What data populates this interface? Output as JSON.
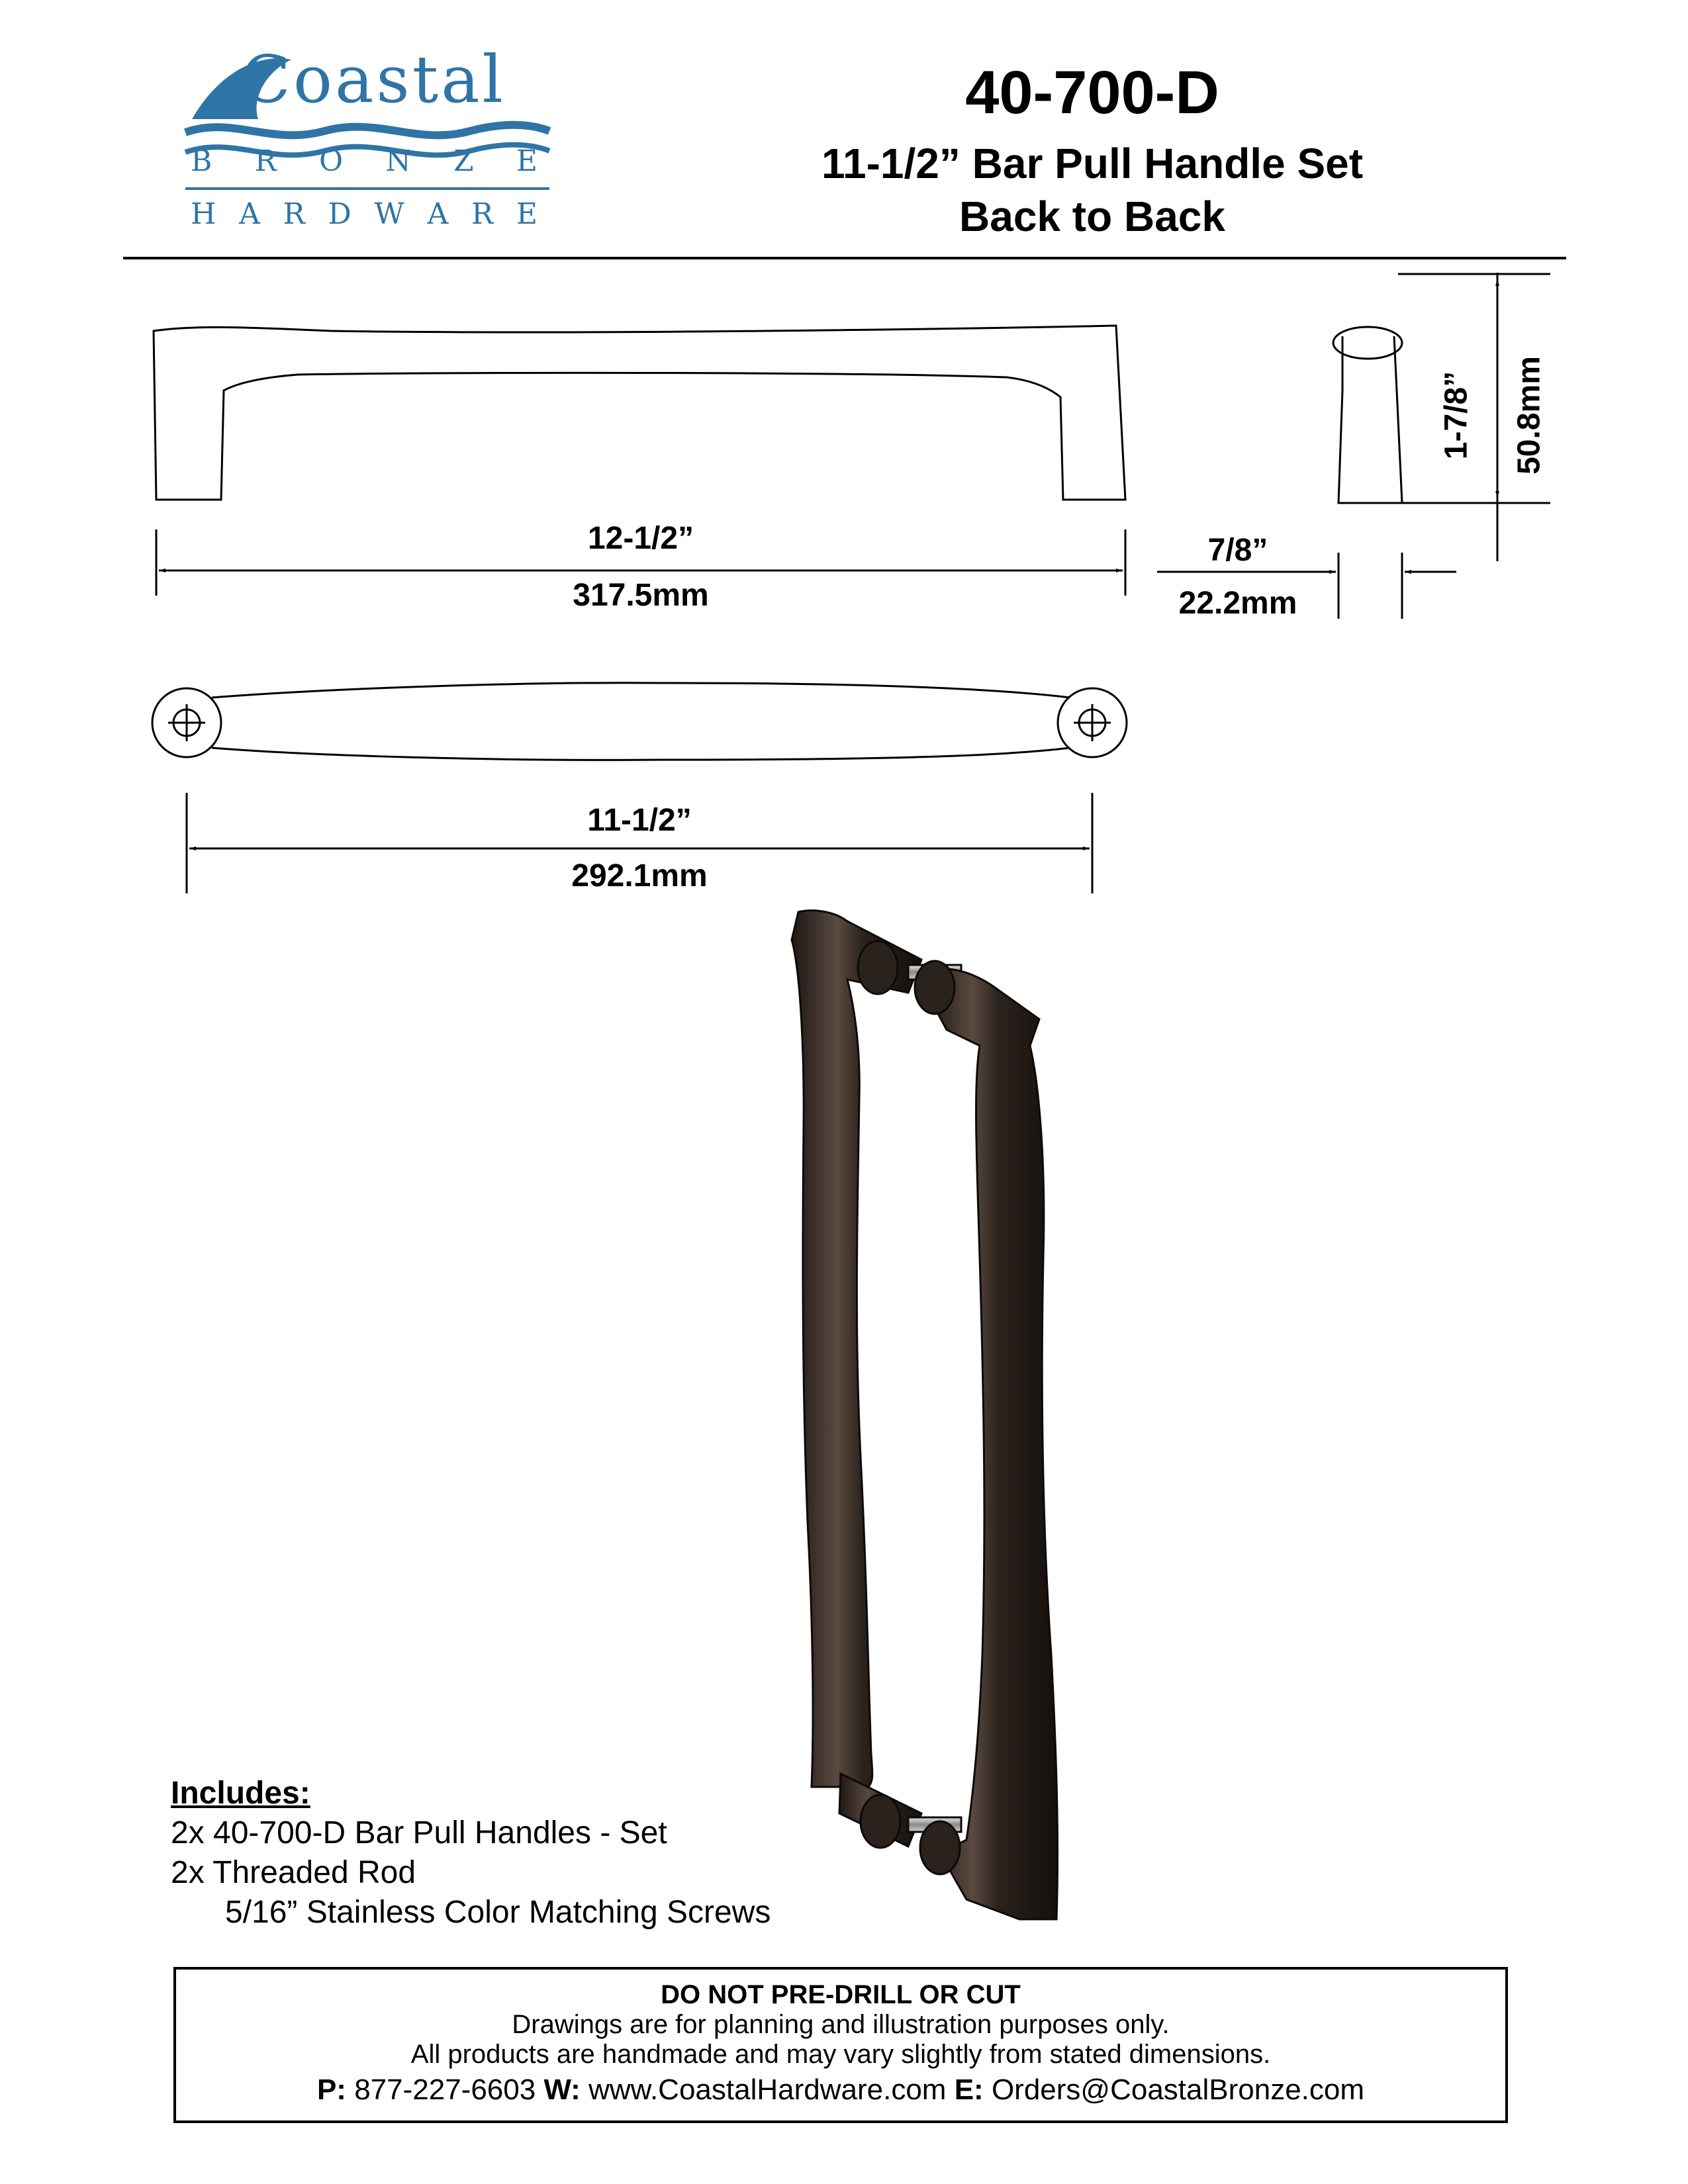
{
  "brand": {
    "wordmark": "Coastal",
    "line2": [
      "B",
      "R",
      "O",
      "N",
      "Z",
      "E"
    ],
    "line3": [
      "H",
      "A",
      "R",
      "D",
      "W",
      "A",
      "R",
      "E"
    ],
    "color": "#2f74a6"
  },
  "header": {
    "model": "40-700-D",
    "title": "11-1/2” Bar Pull Handle Set",
    "subtitle": "Back to Back"
  },
  "dimensions": {
    "overall_in": "12-1/2”",
    "overall_mm": "317.5mm",
    "depth_in": "7/8”",
    "depth_mm": "22.2mm",
    "height_in": "1-7/8”",
    "height_mm": "50.8mm",
    "center_in": "11-1/2”",
    "center_mm": "292.1mm"
  },
  "includes": {
    "heading": "Includes:",
    "items": [
      "2x  40-700-D Bar Pull Handles - Set",
      "2x  Threaded Rod",
      "5/16” Stainless Color Matching Screws"
    ]
  },
  "notice": {
    "warning": "DO NOT PRE-DRILL OR CUT",
    "line1": "Drawings are for planning and illustration purposes only.",
    "line2": "All products are handmade and may vary slightly from stated dimensions.",
    "phone_label": "P:",
    "phone": "877-227-6603",
    "web_label": "W:",
    "web": "www.CoastalHardware.com",
    "email_label": "E:",
    "email": "Orders@CoastalBronze.com"
  },
  "finish_color": "#3a302a"
}
